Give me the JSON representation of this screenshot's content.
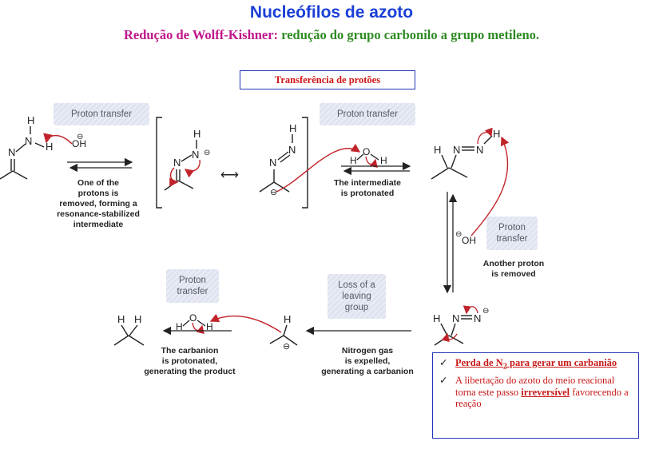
{
  "title": "Nucleófilos de azoto",
  "subtitle": {
    "part1": "Redução de Wolff-Kishner:",
    "part2": " redução do grupo carbonilo a grupo metileno."
  },
  "header_box": "Transferência de protões",
  "tags": {
    "t1": "Proton transfer",
    "t2": "Proton transfer",
    "t3_l1": "Proton",
    "t3_l2": "transfer",
    "t4_l1": "Loss of a",
    "t4_l2": "leaving",
    "t4_l3": "group",
    "t5_l1": "Proton",
    "t5_l2": "transfer"
  },
  "captions": {
    "c1": [
      "One of the",
      "protons is",
      "removed, forming a",
      "resonance-stabilized",
      "intermediate"
    ],
    "c2": [
      "The intermediate",
      "is protonated"
    ],
    "c3": [
      "Another proton",
      "is removed"
    ],
    "c4": [
      "Nitrogen gas",
      "is expelled,",
      "generating a carbanion"
    ],
    "c5": [
      "The carbanion",
      "is protonated,",
      "generating the product"
    ]
  },
  "note": {
    "item1_a": "Perda de N",
    "item1_sub": "2",
    "item1_b": " para gerar um carbanião",
    "item2_a": "A libertação do azoto do meio reacional torna este passo ",
    "item2_bold": "irreversível",
    "item2_b": " favorecendo a reação"
  },
  "atoms": {
    "H": "H",
    "N": "N",
    "O": "O",
    "OH": "OH",
    "neg": "⊖",
    "resonance": "⟷"
  },
  "colors": {
    "title": "#1a3fd6",
    "subtitle_a": "#c0168a",
    "subtitle_b": "#2e8b22",
    "header_text": "#d01313",
    "box_border": "#2434b8",
    "arrow_red": "#c0242a",
    "tag_bg": "#dfe3ef"
  }
}
